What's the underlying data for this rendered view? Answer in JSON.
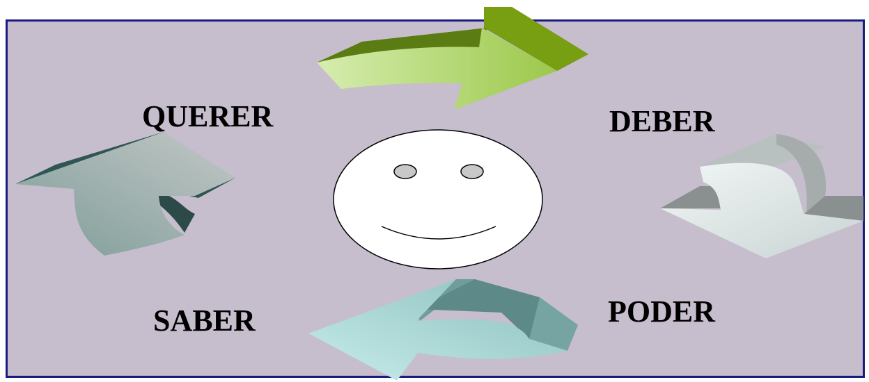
{
  "diagram": {
    "labels": {
      "querer": "QUERER",
      "deber": "DEBER",
      "saber": "SABER",
      "poder": "PODER"
    },
    "colors": {
      "background": "#c6bdcd",
      "frame_border": "#1a1a80",
      "arrow_top": "#7a9e10",
      "arrow_right": "#9fa5a5",
      "arrow_bottom": "#6e9a98",
      "arrow_left": "#2e5552",
      "face": "#ffffff",
      "eyes": "#c8c8c8"
    },
    "icons": [
      "curved-arrow-right-icon",
      "curved-arrow-down-icon",
      "curved-arrow-left-icon",
      "curved-arrow-up-icon",
      "smiley-face-icon"
    ]
  }
}
